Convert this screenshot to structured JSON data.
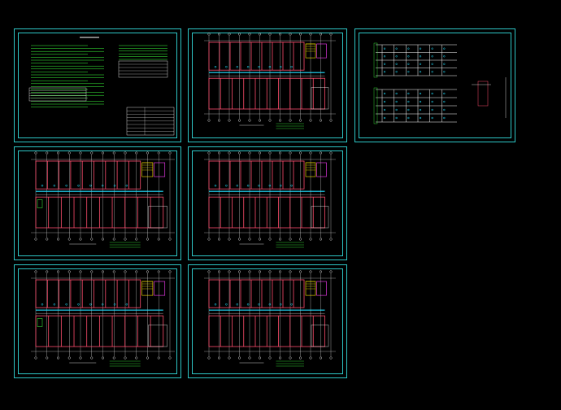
{
  "sheets": [
    {
      "id": "sheet-notes"
    },
    {
      "id": "sheet-plan-1"
    },
    {
      "id": "sheet-sections"
    },
    {
      "id": "sheet-plan-2"
    },
    {
      "id": "sheet-plan-3"
    },
    {
      "id": "sheet-plan-4"
    },
    {
      "id": "sheet-plan-5"
    }
  ],
  "colors": {
    "frame": "#2ec7c7",
    "wall": "#ff4d6d",
    "grid": "#ffffff",
    "pipe": "#22e0ff",
    "fixture": "#ffe600",
    "note": "#3cff3c",
    "fixture_alt": "#ff40ff",
    "background": "#000000"
  }
}
